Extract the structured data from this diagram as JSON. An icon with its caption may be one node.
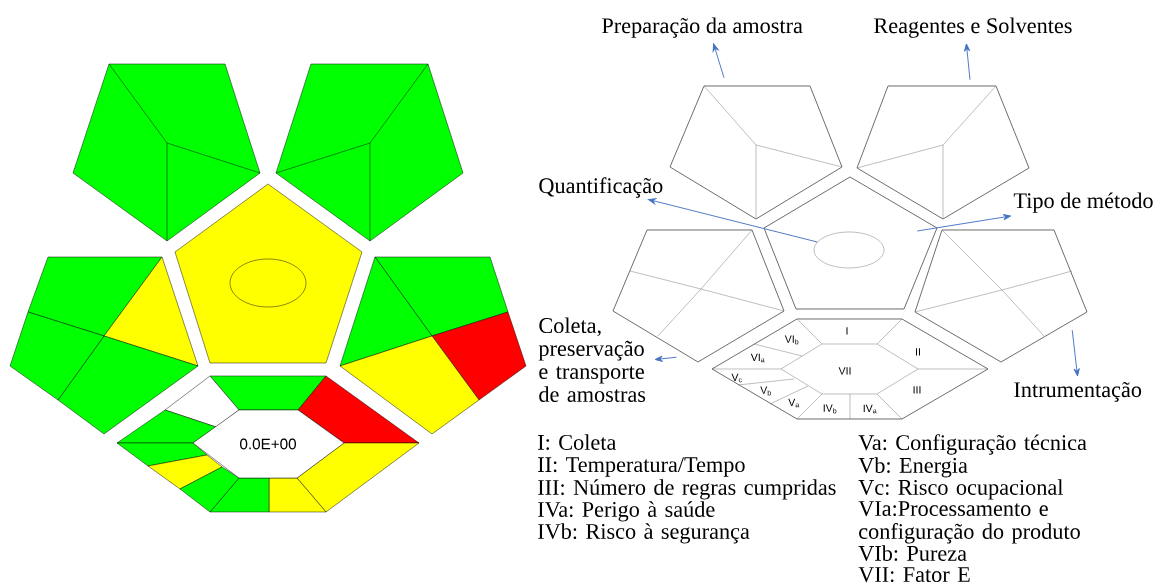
{
  "diagram": {
    "nodes": [
      {
        "text": [
          "Preparação da amostra"
        ]
      },
      {
        "text": [
          "Reagentes e Solventes"
        ]
      },
      {
        "text": [
          "Quantificação"
        ]
      },
      {
        "text": [
          "Tipo de método"
        ]
      },
      {
        "text": [
          "Coleta, preservação e transporte de amostras"
        ]
      },
      {
        "text": [
          "Intrumentação"
        ]
      },
      {
        "text": [],
        "shape": "pentagon"
      },
      {
        "text": [],
        "shape": "pentagon"
      },
      {
        "text": [],
        "shape": "pentagon"
      },
      {
        "text": [],
        "shape": "ellipse",
        "in": 8
      },
      {
        "text": [],
        "shape": "pentagon"
      },
      {
        "text": [],
        "shape": "pentagon"
      },
      {
        "text": [],
        "shape": "hexagon"
      }
    ],
    "edges": [
      {
        "from": 6,
        "to": 0,
        "arrow": "to"
      },
      {
        "from": 7,
        "to": 1,
        "arrow": "to"
      },
      {
        "from": 9,
        "to": 2,
        "arrow": "to"
      },
      {
        "from": 8,
        "to": 3,
        "arrow": "to"
      },
      {
        "from": 10,
        "to": 4,
        "arrow": "to"
      },
      {
        "from": 11,
        "to": 5,
        "arrow": "to"
      }
    ],
    "labels": [
      "0.0E+00",
      "VI$_{b}$",
      "I",
      "II",
      "VI$_{a}$",
      "VII",
      "V$_{c}$",
      "III",
      "V$_{b}$",
      "V$_{a}$",
      "IV$_{b}$",
      "IV$_{a}$",
      "I: Coleta",
      "II: Temperatura/Tempo",
      "III: Número de regras cumpridas",
      "IVa: Perigo à saúde",
      "IVb: Risco à segurança",
      "Va: Configuração técnica",
      "Vb: Energia",
      "Vc: Risco ocupacional",
      "VIa:Processamento e configuração do produto",
      "VIb: Pureza",
      "VII: Fator E"
    ]
  }
}
